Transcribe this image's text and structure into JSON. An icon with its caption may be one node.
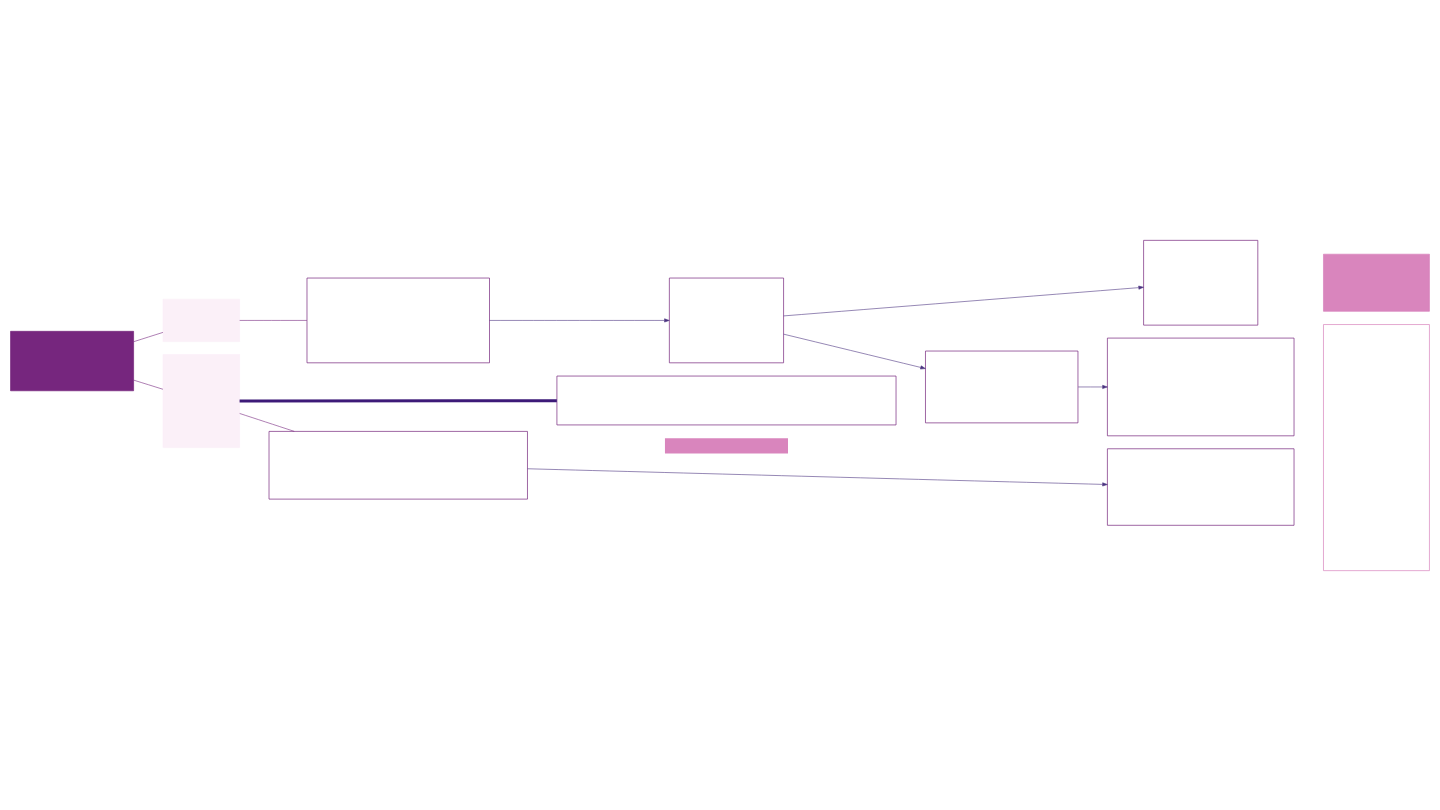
{
  "diagram": {
    "nodes": [
      {
        "text": [],
        "shape": "box"
      },
      {
        "text": [],
        "shape": "box"
      },
      {
        "text": [],
        "shape": "box"
      },
      {
        "text": [],
        "shape": "box"
      },
      {
        "text": [],
        "shape": "box"
      },
      {
        "text": [],
        "shape": "bar"
      },
      {
        "text": [],
        "shape": "box"
      },
      {
        "text": [],
        "shape": "box"
      },
      {
        "text": [],
        "shape": "box"
      },
      {
        "text": [],
        "shape": "box"
      },
      {
        "text": [],
        "shape": "box"
      },
      {
        "text": [],
        "shape": "box"
      },
      {
        "text": [],
        "shape": "box"
      },
      {
        "text": [],
        "shape": "box"
      }
    ],
    "edges": [
      {
        "from": 0,
        "to": 1,
        "arrow": "none"
      },
      {
        "from": 0,
        "to": 8,
        "arrow": "none"
      },
      {
        "from": 1,
        "to": 2,
        "arrow": "none"
      },
      {
        "from": 2,
        "to": 3,
        "arrow": "to",
        "color": "#4b3480"
      },
      {
        "from": 3,
        "to": 4,
        "arrow": "to",
        "color": "#4b3480"
      },
      {
        "from": 3,
        "to": 6,
        "arrow": "to",
        "color": "#4b3480"
      },
      {
        "from": 6,
        "to": 7,
        "arrow": "to",
        "color": "#4b3480"
      },
      {
        "from": 8,
        "to": 9,
        "arrow": "none"
      },
      {
        "from": 8,
        "to": 11,
        "arrow": "none",
        "style": "thick",
        "color": "#3d1a78"
      },
      {
        "from": 9,
        "to": 10,
        "arrow": "to",
        "color": "#4b3480"
      }
    ]
  }
}
